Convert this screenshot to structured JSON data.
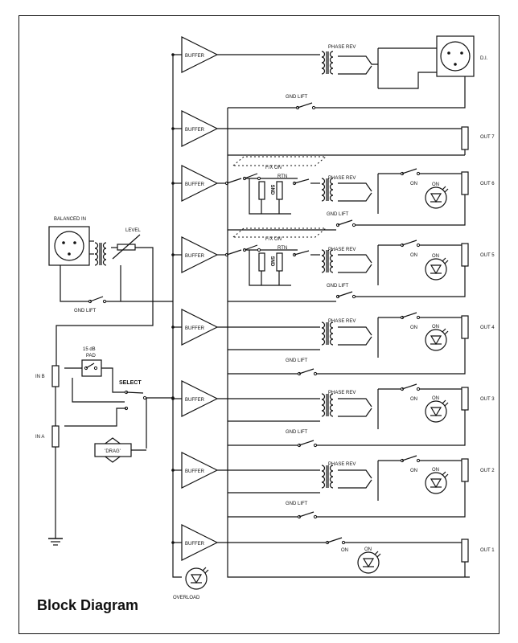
{
  "title": "Block Diagram",
  "labels": {
    "buffer": "BUFFER",
    "phase_rev": "PHASE REV",
    "gnd_lift": "GND LIFT",
    "fx_on": "F/X ON",
    "rtn": "RTN",
    "snd": "SND",
    "on": "ON",
    "balanced_in": "BALANCED IN",
    "level": "LEVEL",
    "pad": "15 dB PAD",
    "select": "SELECT",
    "in_b": "IN B",
    "in_a": "IN A",
    "drag": "'DRAG'",
    "di": "D.I.",
    "overload": "OVERLOAD"
  },
  "outputs": [
    "OUT 7",
    "OUT 6",
    "OUT 5",
    "OUT 4",
    "OUT 3",
    "OUT 2",
    "OUT 1"
  ],
  "colors": {
    "ink": "#111111",
    "paper": "#ffffff"
  }
}
